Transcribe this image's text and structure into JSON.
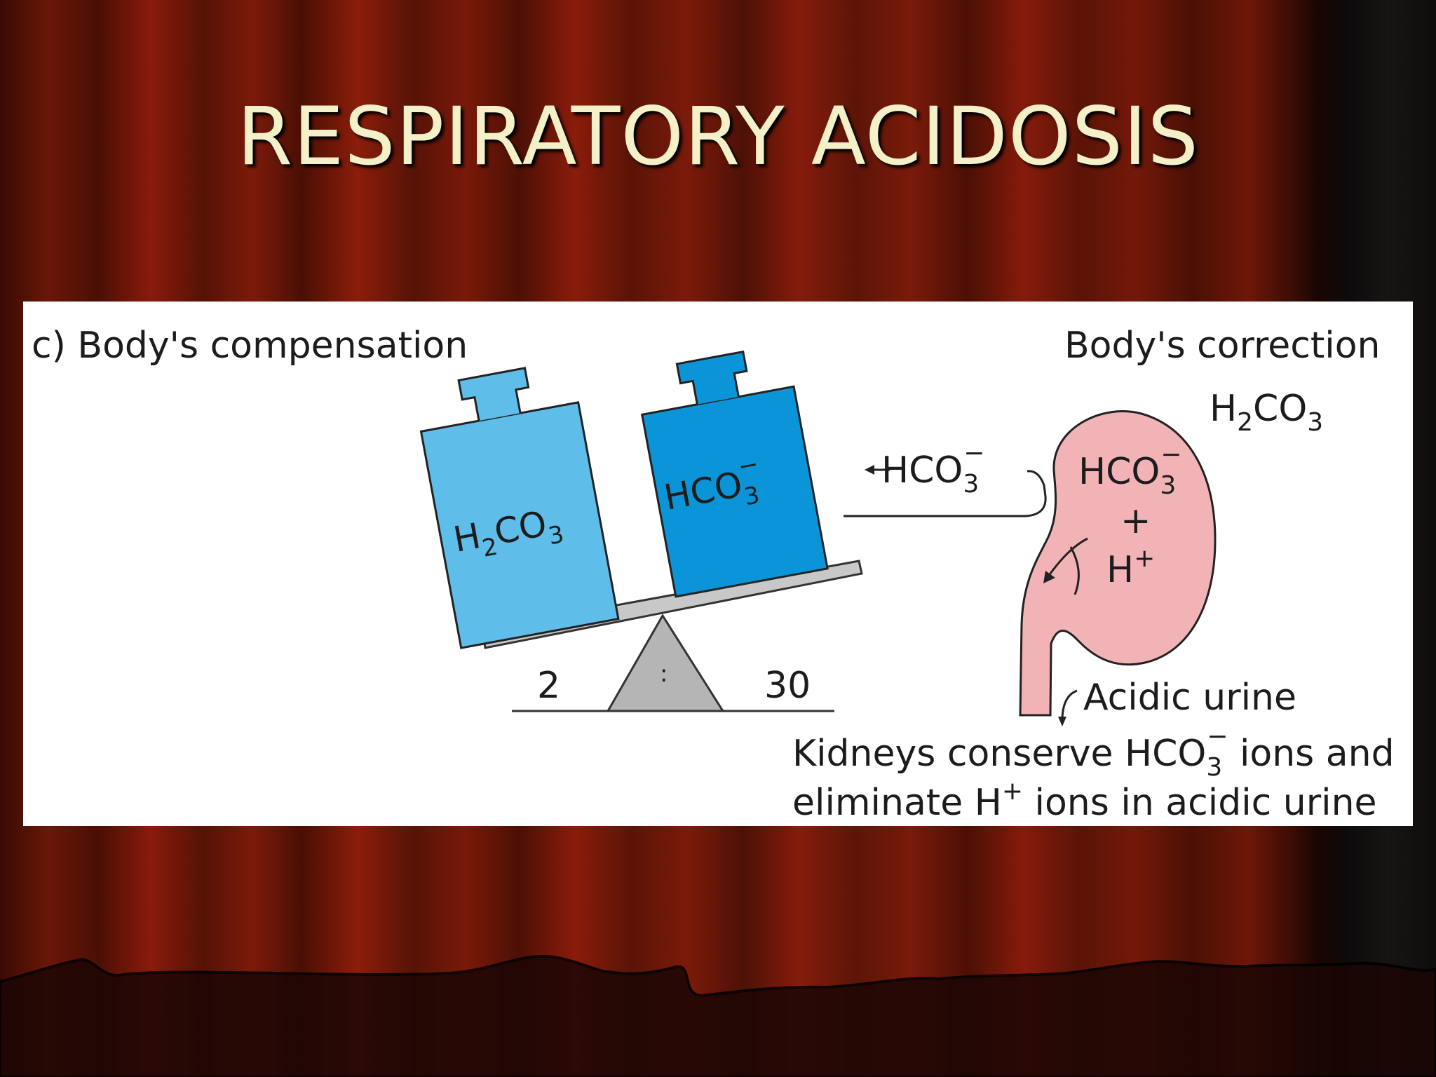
{
  "slide": {
    "title": "RESPIRATORY ACIDOSIS"
  },
  "figure": {
    "left_heading": "c) Body's compensation",
    "right_heading": "Body's correction",
    "right_formula": {
      "main": "H",
      "sub": "2",
      "rest": "CO",
      "sub2": "3"
    },
    "left_weight": {
      "main": "H",
      "sub": "2",
      "rest": "CO",
      "sub2": "3"
    },
    "right_weight": {
      "main": "HCO",
      "sub": "3",
      "sup": "−"
    },
    "arrow_label": {
      "main": "HCO",
      "sub": "3",
      "sup": "−"
    },
    "kidney_ion1": {
      "main": "HCO",
      "sub": "3",
      "sup": "−"
    },
    "kidney_plus": "+",
    "kidney_ion2": {
      "main": "H",
      "sup": "+"
    },
    "ratio_left": "2",
    "ratio_right": "30",
    "fulcrum_symbol": ":",
    "urine_label": "Acidic urine",
    "caption_line1": {
      "a": "Kidneys conserve HCO",
      "sub": "3",
      "sup": "−",
      "b": " ions and"
    },
    "caption_line2": {
      "a": "eliminate H",
      "sup": "+",
      "b": " ions in acidic urine"
    }
  },
  "colors": {
    "title_text": "#f4f1c9",
    "h2co3_weight": "#5fbde9",
    "hco3_weight": "#0b95d8",
    "kidney": "#f2b3b6",
    "beam": "#c8c8c8"
  }
}
